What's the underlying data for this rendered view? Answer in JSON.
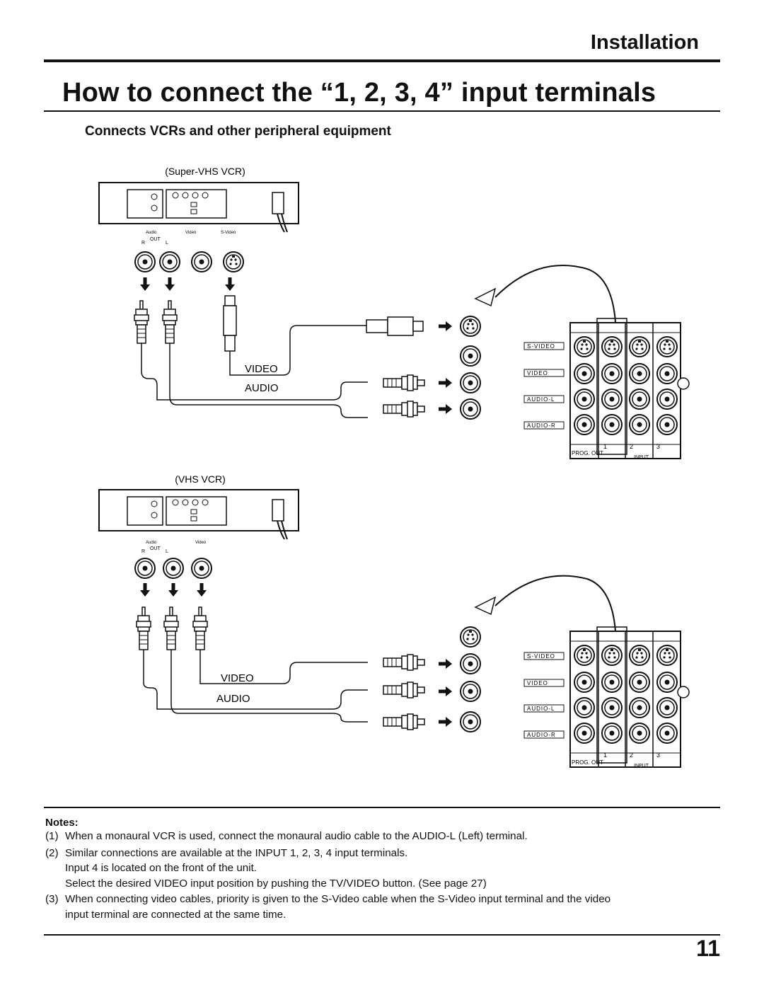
{
  "header": {
    "section": "Installation",
    "title": "How to connect the “1, 2, 3, 4” input terminals",
    "subheading": "Connects VCRs and other peripheral equipment"
  },
  "diagram1": {
    "device_label": "(Super-VHS VCR)",
    "jack_labels": {
      "audio": "Audio",
      "video": "Video",
      "svideo": "S-Video",
      "out": "OUT",
      "r": "R",
      "l": "L"
    },
    "cable_video": "VIDEO",
    "cable_audio": "AUDIO"
  },
  "diagram2": {
    "device_label": "(VHS VCR)",
    "jack_labels": {
      "audio": "Audio",
      "video": "Video",
      "out": "OUT",
      "r": "R",
      "l": "L"
    },
    "cable_video": "VIDEO",
    "cable_audio": "AUDIO"
  },
  "panel": {
    "row_labels": [
      "S-VIDEO",
      "VIDEO",
      "AUDIO-L",
      "AUDIO-R"
    ],
    "prog_out": "PROG. OUT",
    "input": "INPUT",
    "numbers": [
      "1",
      "2",
      "3"
    ]
  },
  "notes": {
    "label": "Notes:",
    "items": [
      {
        "num": "(1)",
        "text": "When a monaural VCR is used, connect the monaural audio cable to the AUDIO-L (Left) terminal."
      },
      {
        "num": "(2)",
        "text": "Similar connections are available at the INPUT 1, 2, 3, 4 input terminals."
      },
      {
        "num": "",
        "text": "Input 4 is located on the front of the unit."
      },
      {
        "num": "",
        "text": "Select the desired VIDEO input position by pushing the TV/VIDEO button. (See page 27)"
      },
      {
        "num": "(3)",
        "text": "When connecting video cables, priority is given to the S-Video cable when the S-Video input terminal and the video"
      },
      {
        "num": "",
        "text": "input terminal are connected at the same time."
      }
    ]
  },
  "footer": {
    "page_number": "11"
  }
}
